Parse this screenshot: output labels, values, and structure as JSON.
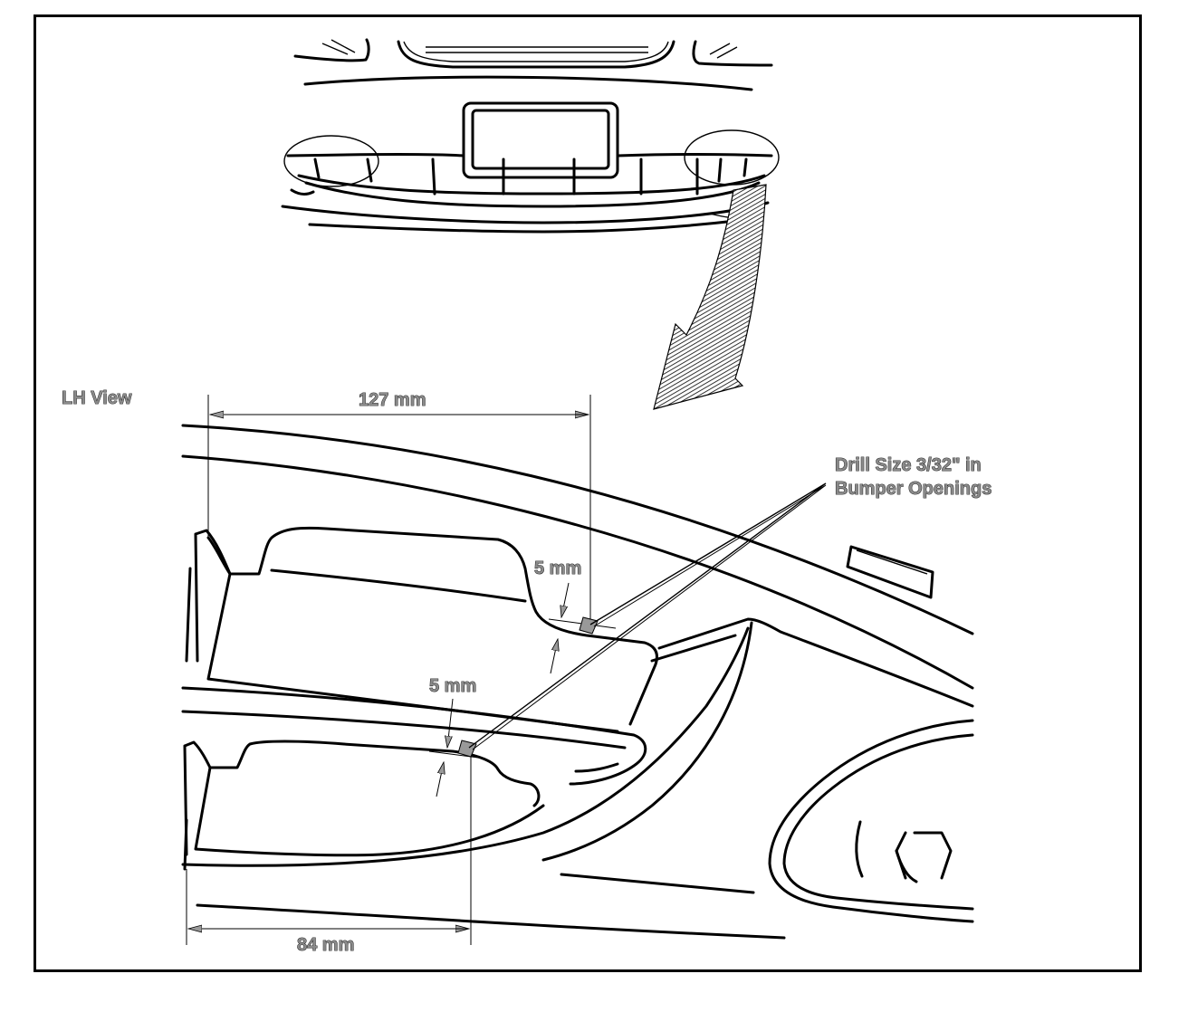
{
  "labels": {
    "view": "LH View",
    "dim_top": "127 mm",
    "dim_bottom": "84 mm",
    "gap_upper": "5 mm",
    "gap_lower": "5 mm",
    "drill_line1": "Drill Size 3/32\" in",
    "drill_line2": "Bumper Openings"
  },
  "colors": {
    "ink": "#000000",
    "label_fill": "#8a8a8a",
    "background": "#ffffff"
  },
  "icons": [
    "detail-arrow-icon",
    "dimension-arrow-icon"
  ]
}
